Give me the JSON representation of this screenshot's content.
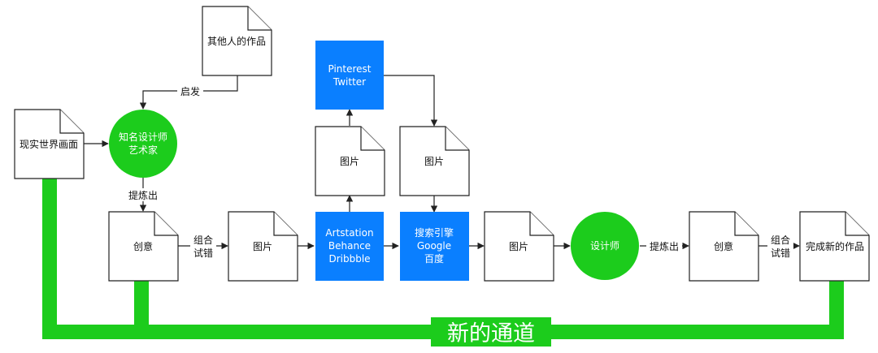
{
  "colors": {
    "green": "#1ccc1c",
    "blue": "#0a7fff",
    "stroke": "#222222",
    "label_bg": "#ffffff"
  },
  "nodes": {
    "real_world": "现实世界画面",
    "others_work": "其他人的作品",
    "famous_designer": [
      "知名设计师",
      "艺术家"
    ],
    "idea_1": "创意",
    "picture_1": "图片",
    "artstation": [
      "Artstation",
      "Behance",
      "Dribbble"
    ],
    "picture_up": "图片",
    "pinterest": [
      "Pinterest",
      "Twitter"
    ],
    "picture_down": "图片",
    "search_engine": [
      "搜索引擎",
      "Google",
      "百度"
    ],
    "picture_2": "图片",
    "designer": "设计师",
    "idea_2": "创意",
    "new_work": "完成新的作品"
  },
  "edge_labels": {
    "inspire": "启发",
    "refine_1": "提炼出",
    "combine_1": [
      "组合",
      "试错"
    ],
    "refine_2": "提炼出",
    "combine_2": [
      "组合",
      "试错"
    ]
  },
  "channel_label": "新的通道"
}
